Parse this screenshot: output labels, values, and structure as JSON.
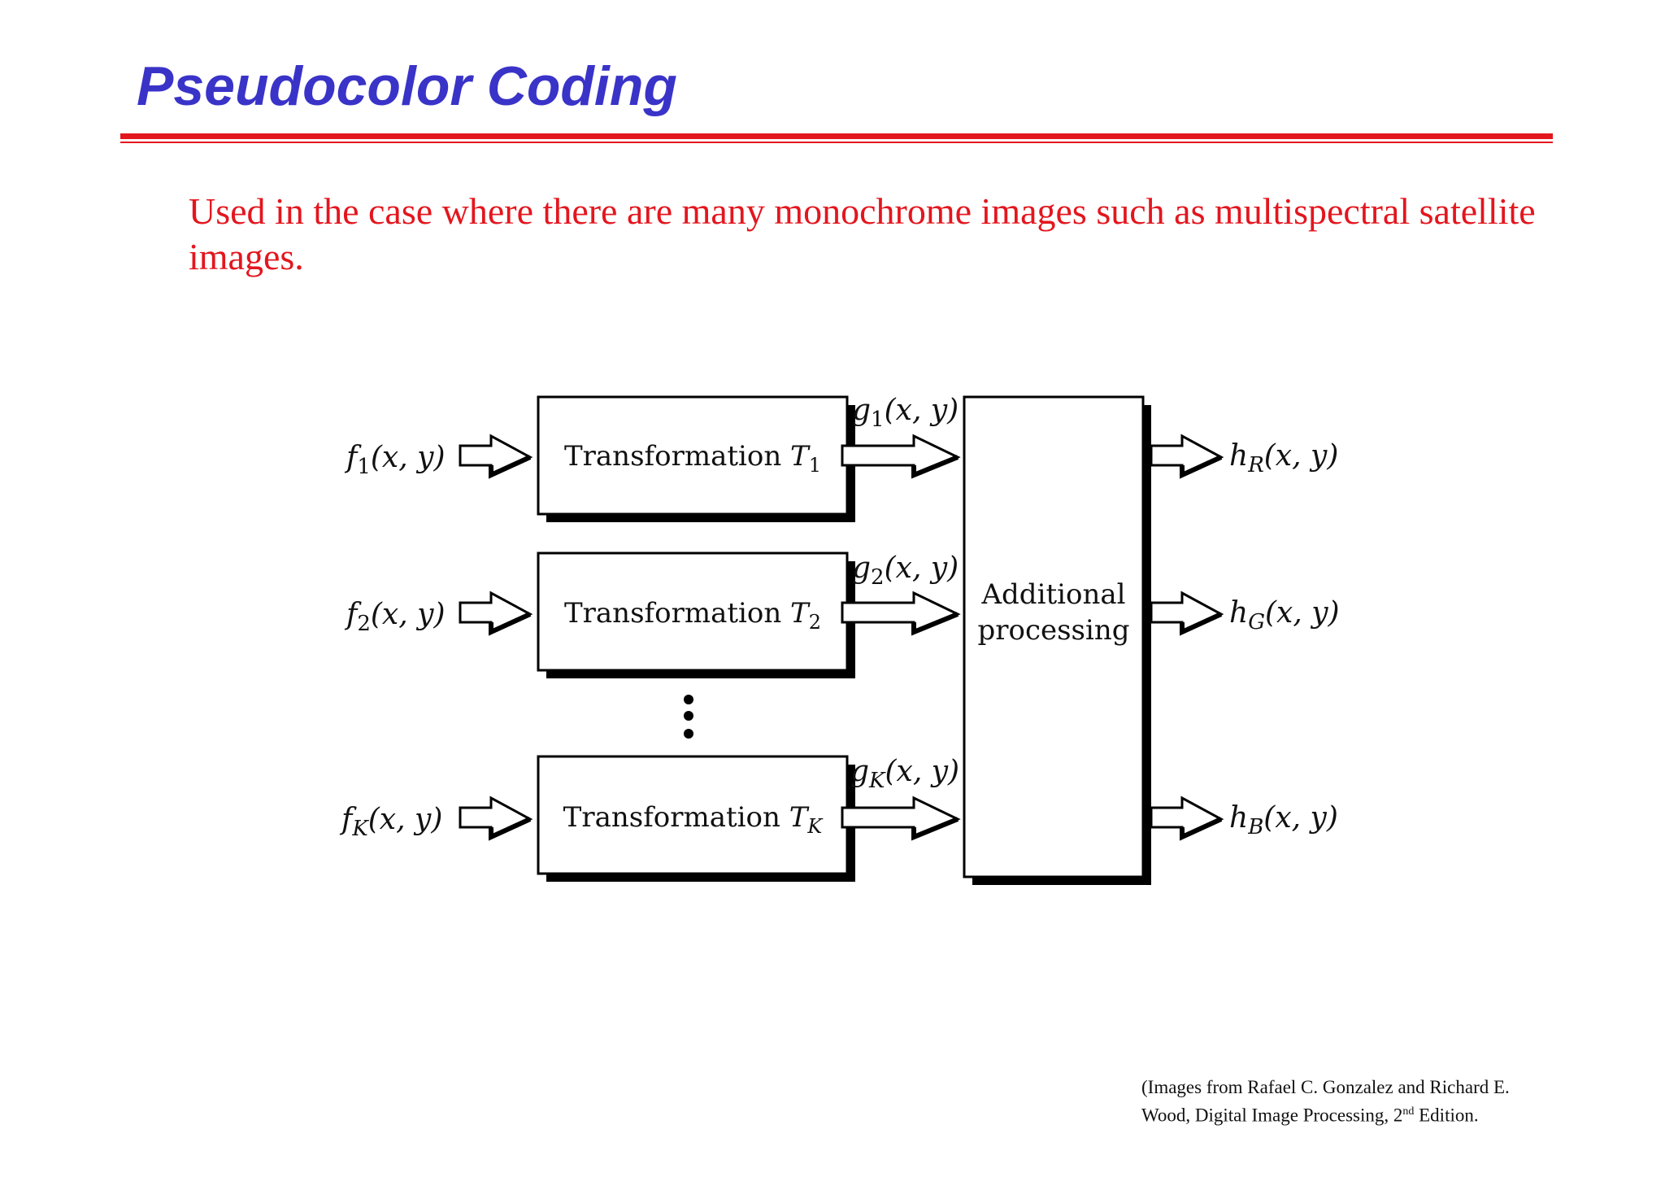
{
  "slide": {
    "title": "Pseudocolor Coding",
    "subtitle": "Used in the case where there are many monochrome images such as multispectral satellite images."
  },
  "diagram": {
    "rows": [
      {
        "input": {
          "base": "f",
          "sub": "1",
          "args": "(x, y)"
        },
        "box": {
          "text": "Transformation ",
          "var": "T",
          "sub": "1"
        },
        "output": {
          "base": "g",
          "sub": "1",
          "args": "(x, y)"
        }
      },
      {
        "input": {
          "base": "f",
          "sub": "2",
          "args": "(x, y)"
        },
        "box": {
          "text": "Transformation ",
          "var": "T",
          "sub": "2"
        },
        "output": {
          "base": "g",
          "sub": "2",
          "args": "(x, y)"
        }
      },
      {
        "input": {
          "base": "f",
          "sub": "K",
          "args": "(x, y)"
        },
        "box": {
          "text": "Transformation ",
          "var": "T",
          "sub": "K"
        },
        "output": {
          "base": "g",
          "sub": "K",
          "args": "(x, y)"
        }
      }
    ],
    "processing": {
      "line1": "Additional",
      "line2": "processing"
    },
    "outputs": [
      {
        "base": "h",
        "sub": "R",
        "args": "(x, y)"
      },
      {
        "base": "h",
        "sub": "G",
        "args": "(x, y)"
      },
      {
        "base": "h",
        "sub": "B",
        "args": "(x, y)"
      }
    ]
  },
  "citation": {
    "line1": "(Images from Rafael C. Gonzalez and Richard E.",
    "line2_pre": "Wood, Digital Image Processing, 2",
    "line2_sup": "nd",
    "line2_post": " Edition."
  }
}
